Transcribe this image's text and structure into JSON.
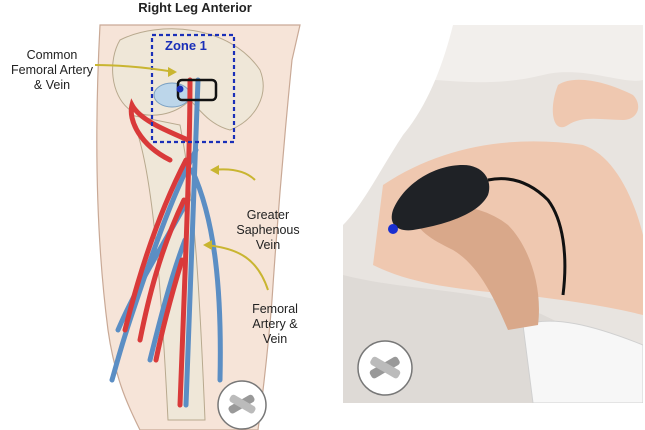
{
  "figure": {
    "title": "Right Leg Anterior",
    "zone_label": "Zone 1",
    "callouts": {
      "common_femoral": [
        "Common",
        "Femoral Artery",
        "& Vein"
      ],
      "greater_saphenous": [
        "Greater",
        "Saphenous",
        "Vein"
      ],
      "femoral": [
        "Femoral",
        "Artery &",
        "Vein"
      ]
    },
    "colors": {
      "artery": "#d93a3a",
      "vein": "#5b8ec4",
      "zone_box": "#1a2fb8",
      "arrow": "#c9b531",
      "bone": "#efe7d8",
      "skin": "#f4d8c7"
    },
    "icons": [
      "ultrasound-probe-icon"
    ]
  }
}
